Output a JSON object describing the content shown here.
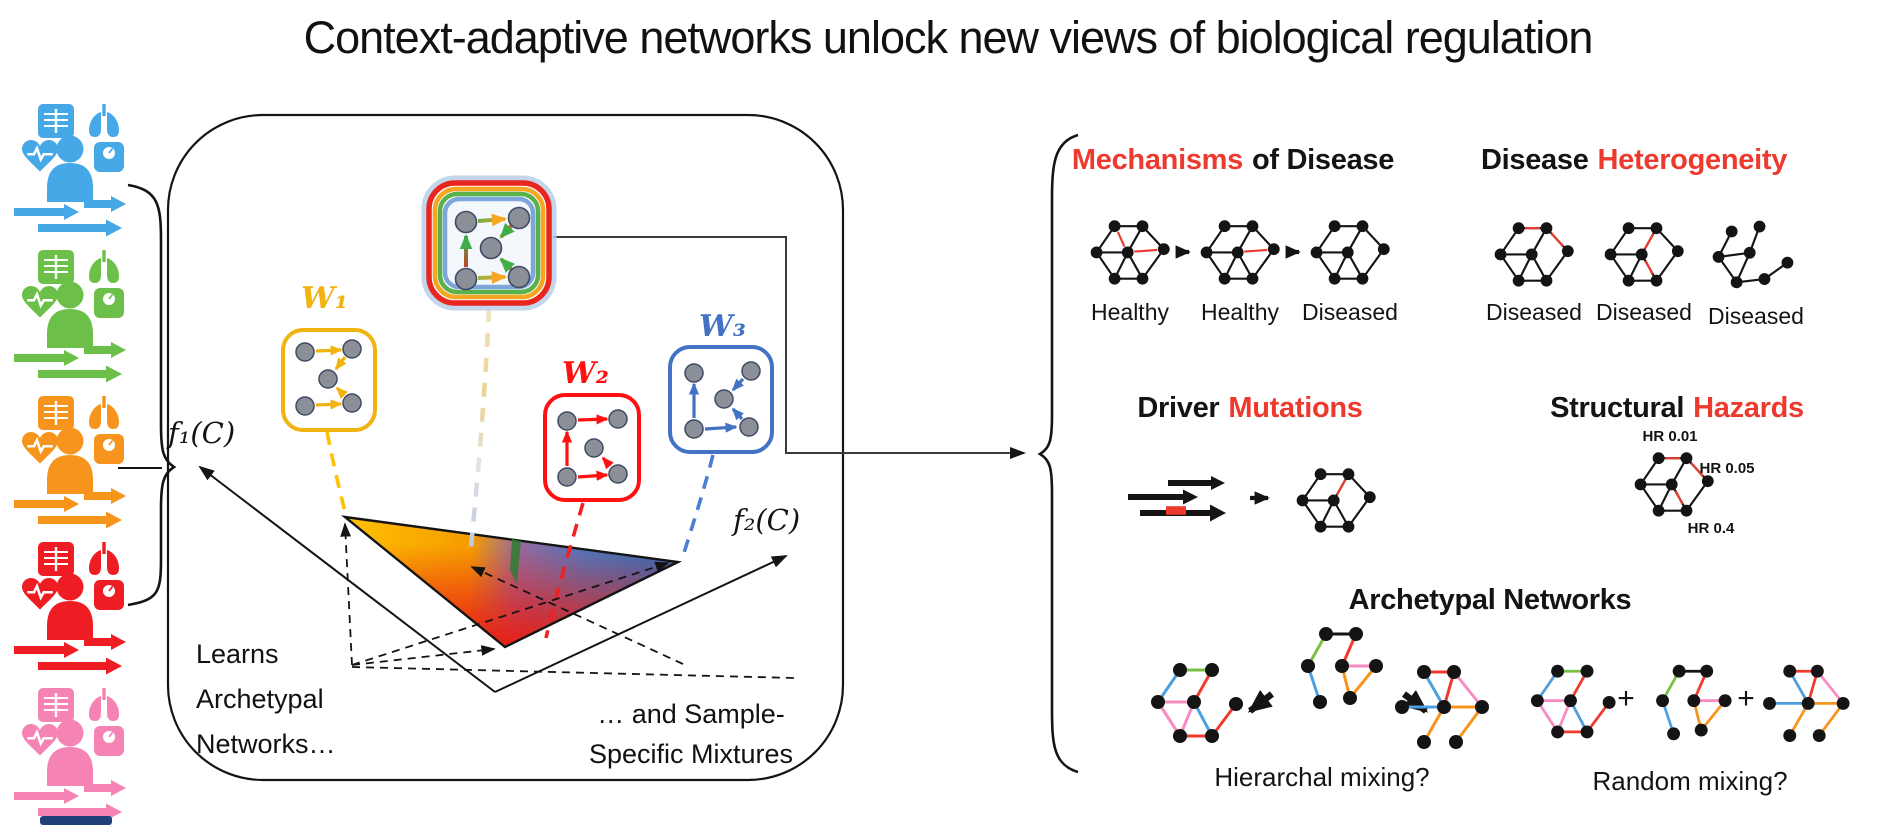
{
  "title": "Context-adaptive networks unlock new views of biological regulation",
  "colors": {
    "accent_red": "#ED3A2E",
    "patient_blue": "#47A8E8",
    "patient_green": "#6CC04A",
    "patient_orange": "#F7941E",
    "patient_red": "#EE1C23",
    "patient_pink": "#F584B4",
    "archetype_gold": "#F0B310",
    "archetype_red": "#FF1111",
    "archetype_blue": "#4472C4"
  },
  "left_population": {
    "icons": [
      "xray-icon",
      "lungs-icon",
      "heart-ecg-icon",
      "person-icon",
      "scale-icon",
      "expression-arrows-icon"
    ]
  },
  "center_box": {
    "archetypes": [
      {
        "label": "W₁"
      },
      {
        "label": "W₂"
      },
      {
        "label": "W₃"
      }
    ],
    "axes": {
      "f1": "f₁(C)",
      "f2": "f₂(C)"
    },
    "learns_lines": [
      "Learns",
      "Archetypal",
      "Networks…"
    ],
    "mixtures_lines": [
      "… and Sample-",
      "Specific Mixtures"
    ]
  },
  "right_panels": {
    "mechanisms": {
      "title_red": "Mechanisms",
      "title_black": "of Disease",
      "labels": [
        "Healthy",
        "Healthy",
        "Diseased"
      ]
    },
    "heterogeneity": {
      "title_black": "Disease",
      "title_red": "Heterogeneity",
      "labels": [
        "Diseased",
        "Diseased",
        "Diseased"
      ]
    },
    "driver": {
      "title_black": "Driver",
      "title_red": "Mutations"
    },
    "structural": {
      "title_black": "Structural",
      "title_red": "Hazards",
      "hr_labels": [
        "HR 0.01",
        "HR 0.05",
        "HR 0.4"
      ]
    },
    "archetypal": {
      "title": "Archetypal Networks",
      "hierarchal_label": "Hierarchal mixing?",
      "random_label": "Random mixing?",
      "plus": "+"
    }
  }
}
